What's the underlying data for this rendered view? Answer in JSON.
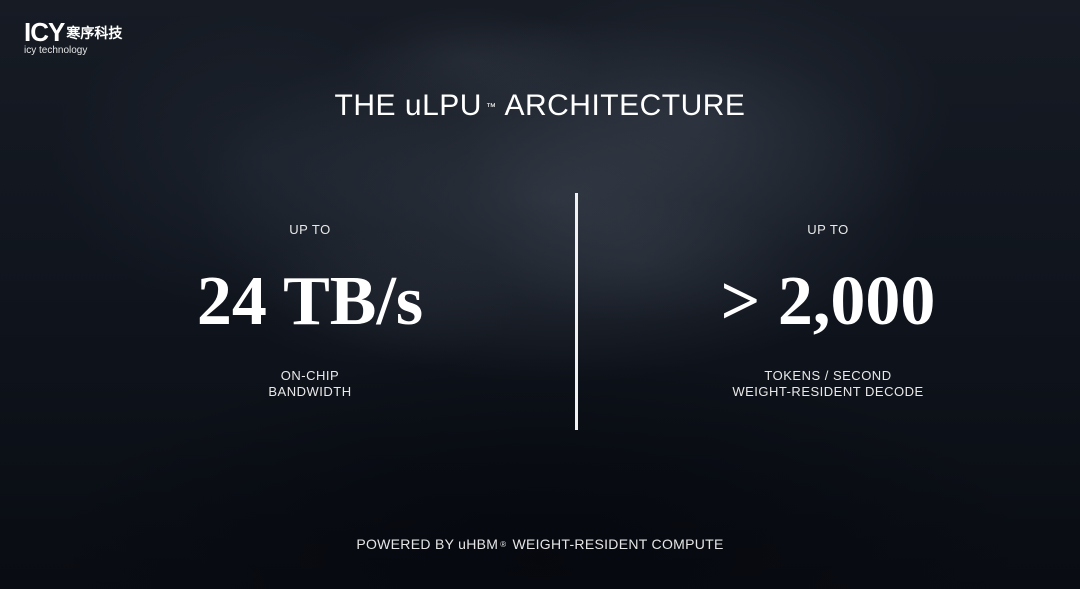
{
  "logo": {
    "mark": "ICY",
    "chinese": "寒序科技",
    "english": "icy technology"
  },
  "title": {
    "prefix": "THE uLPU",
    "trademark": "™",
    "suffix": "ARCHITECTURE"
  },
  "metrics": [
    {
      "kicker": "UP TO",
      "value": "24 TB/s",
      "caption_lines": [
        "ON-CHIP",
        "BANDWIDTH"
      ]
    },
    {
      "kicker": "UP TO",
      "value": "> 2,000",
      "caption_lines": [
        "TOKENS / SECOND",
        "WEIGHT-RESIDENT DECODE"
      ]
    }
  ],
  "footer": {
    "prefix": "POWERED BY uHBM",
    "registered": "®",
    "suffix": "WEIGHT-RESIDENT COMPUTE"
  },
  "colors": {
    "background": "#0b0f17",
    "text": "#ffffff"
  }
}
